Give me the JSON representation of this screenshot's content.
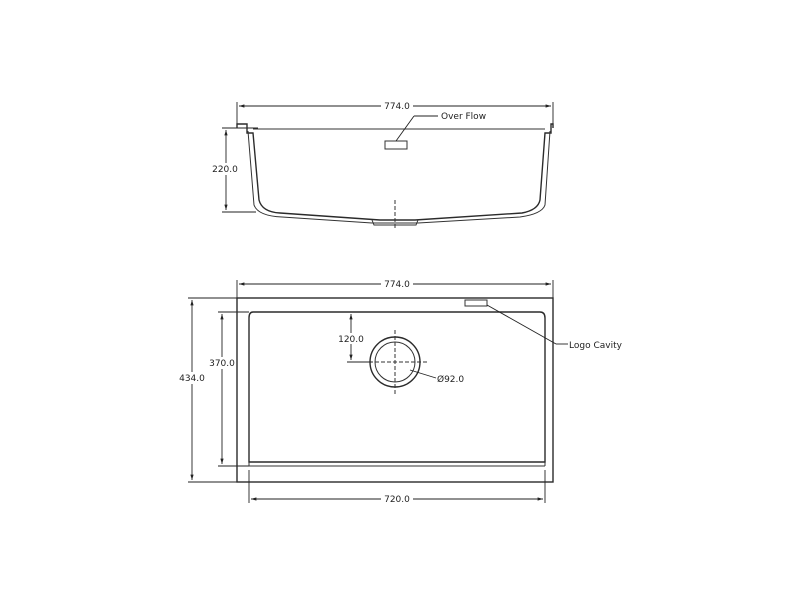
{
  "top_view": {
    "width_dim": "774.0",
    "height_dim": "220.0",
    "overflow_label": "Over Flow"
  },
  "plan_view": {
    "width_dim": "774.0",
    "height_outer_dim": "434.0",
    "height_inner_dim": "370.0",
    "inner_width_dim": "720.0",
    "drain_offset_dim": "120.0",
    "drain_diameter_dim": "Ø92.0",
    "logo_label": "Logo Cavity"
  }
}
